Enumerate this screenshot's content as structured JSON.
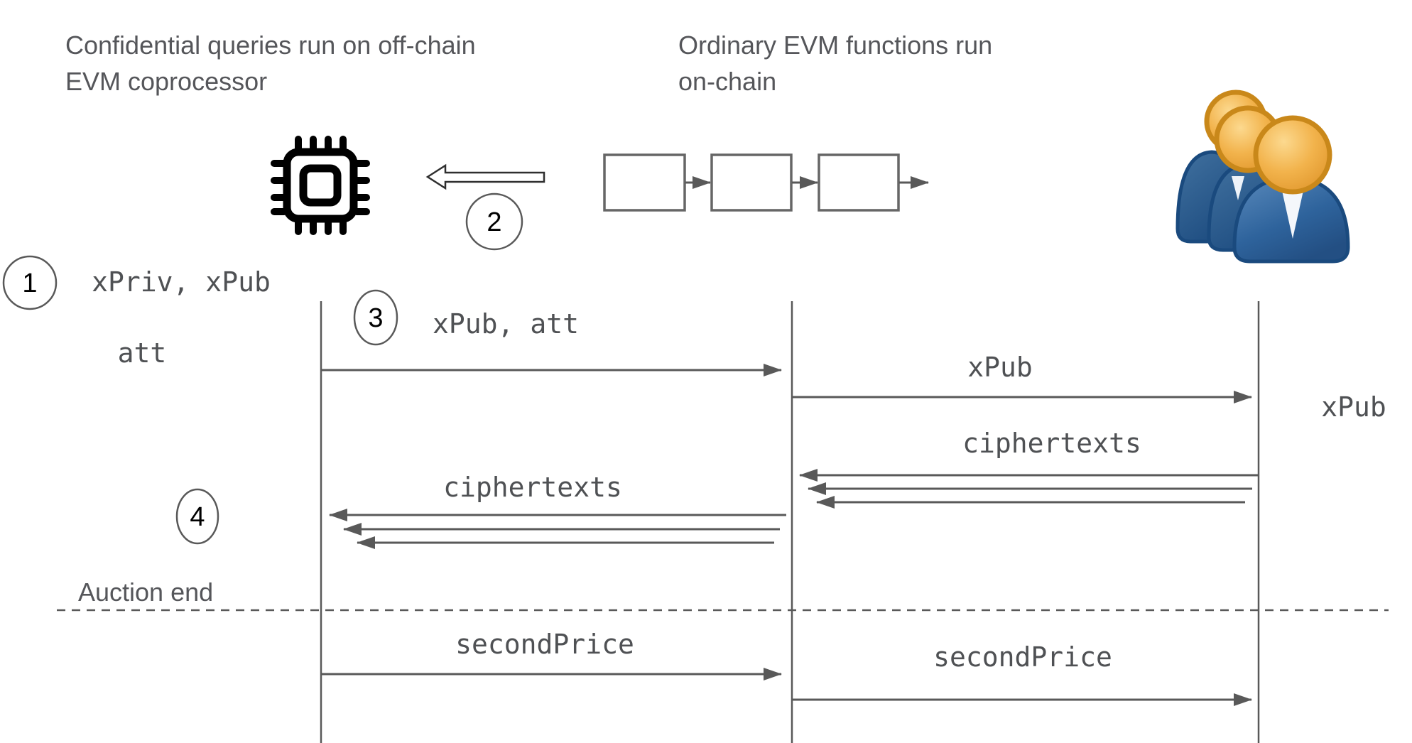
{
  "captions": {
    "offchain": "Confidential queries run on off-chain\nEVM coprocessor",
    "onchain": "Ordinary EVM functions run\non-chain",
    "auction_end": "Auction end"
  },
  "steps": {
    "s1": "1",
    "s2": "2",
    "s3": "3",
    "s4": "4"
  },
  "messages": {
    "keygen": "xPriv, xPub",
    "attestation": "att",
    "xpub_att": "xPub, att",
    "xpub_to_chain": "xPub",
    "xpub_to_users": "xPub",
    "ciphertexts_from_users": "ciphertexts",
    "ciphertexts_to_coprocessor": "ciphertexts",
    "second_price_to_chain": "secondPrice",
    "second_price_to_users": "secondPrice"
  },
  "icons": {
    "coprocessor": "cpu-chip-icon",
    "blockchain": "blockchain-blocks-icon",
    "bidders": "users-group-icon",
    "query_arrow": "hollow-left-arrow-icon"
  },
  "colors": {
    "line_gray": "#595959",
    "text_gray": "#55565a",
    "box_border": "#666666",
    "chip_black": "#000000",
    "head_orange": "#f0ab45",
    "head_ring": "#c9881a",
    "body_blue": "#2e639c",
    "body_outline": "#1a4a7e"
  }
}
